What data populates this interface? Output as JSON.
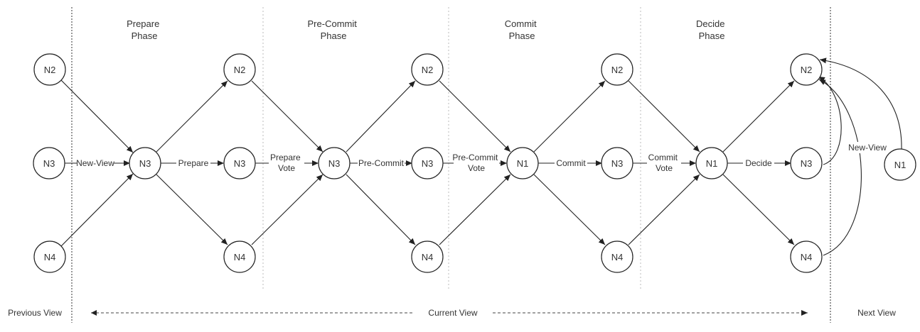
{
  "phases": {
    "prepare": [
      "Prepare",
      "Phase"
    ],
    "pre_commit": [
      "Pre-Commit",
      "Phase"
    ],
    "commit": [
      "Commit",
      "Phase"
    ],
    "decide": [
      "Decide",
      "Phase"
    ]
  },
  "nodes": {
    "n2": "N2",
    "n3": "N3",
    "n4": "N4",
    "n1": "N1"
  },
  "edges": {
    "new_view": "New-View",
    "prepare": "Prepare",
    "prepare_vote": [
      "Prepare",
      "Vote"
    ],
    "pre_commit": "Pre-Commit",
    "pre_commit_vote": [
      "Pre-Commit",
      "Vote"
    ],
    "commit": "Commit",
    "commit_vote": [
      "Commit",
      "Vote"
    ],
    "decide": "Decide",
    "new_view_next": "New-View"
  },
  "views": {
    "previous": "Previous View",
    "current": "Current View",
    "next": "Next View"
  }
}
